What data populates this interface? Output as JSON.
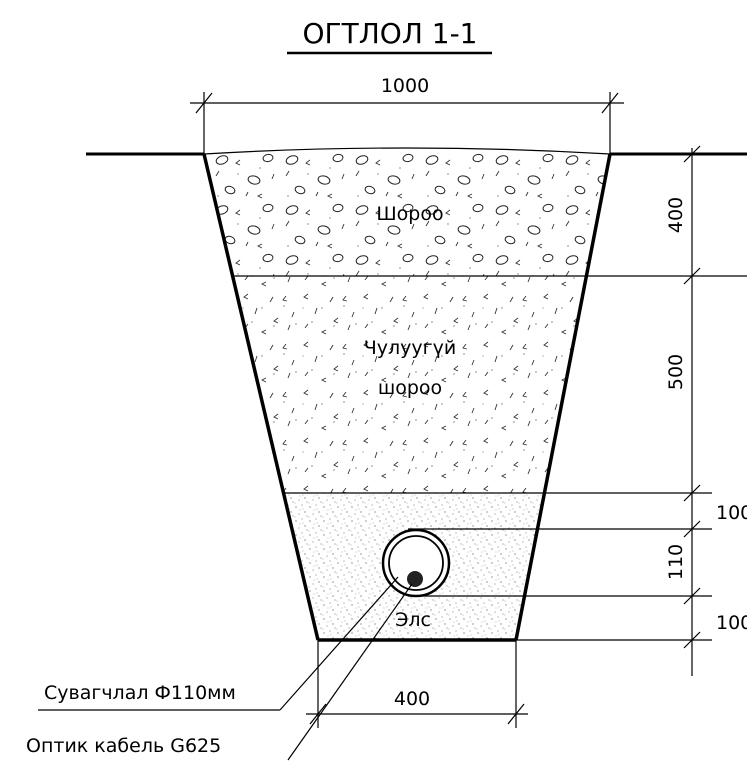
{
  "title": "ОГТЛОЛ 1-1",
  "top_width": "1000",
  "bottom_width": "400",
  "layers": {
    "gravel": "Шороо",
    "stony_soil_line1": "Чулуугүй",
    "stony_soil_line2": "шороо",
    "sand": "Элс"
  },
  "dimensions": {
    "gravel_depth": "400",
    "soil_depth": "500",
    "sand_top": "100",
    "pipe": "110",
    "sand_bottom": "100"
  },
  "callouts": {
    "pipe": "Сувагчлал Ф110мм",
    "cable": "Оптик кабель G625"
  }
}
